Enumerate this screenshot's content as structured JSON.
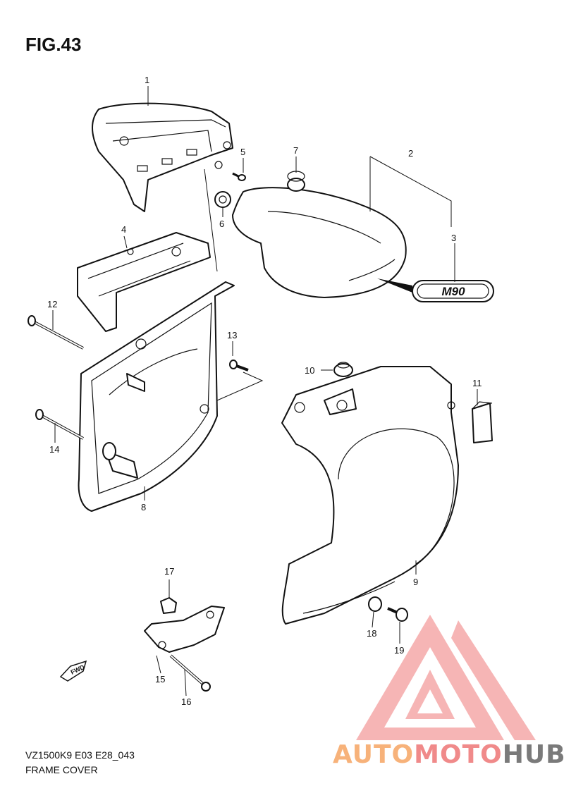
{
  "figure": {
    "title": "FIG.43",
    "code": "VZ1500K9 E03 E28_043",
    "name": "FRAME COVER"
  },
  "emblem_text": "M90",
  "fwd_text": "FWD",
  "watermark": {
    "part1": "AUTO",
    "part2": "MOTO",
    "part3": "HUB"
  },
  "callouts": [
    {
      "id": "1",
      "label": "1"
    },
    {
      "id": "2",
      "label": "2"
    },
    {
      "id": "3",
      "label": "3"
    },
    {
      "id": "4",
      "label": "4"
    },
    {
      "id": "5",
      "label": "5"
    },
    {
      "id": "6",
      "label": "6"
    },
    {
      "id": "7",
      "label": "7"
    },
    {
      "id": "8",
      "label": "8"
    },
    {
      "id": "9",
      "label": "9"
    },
    {
      "id": "10",
      "label": "10"
    },
    {
      "id": "11",
      "label": "11"
    },
    {
      "id": "12",
      "label": "12"
    },
    {
      "id": "13",
      "label": "13"
    },
    {
      "id": "14",
      "label": "14"
    },
    {
      "id": "15",
      "label": "15"
    },
    {
      "id": "16",
      "label": "16"
    },
    {
      "id": "17",
      "label": "17"
    },
    {
      "id": "18",
      "label": "18"
    },
    {
      "id": "19",
      "label": "19"
    }
  ]
}
